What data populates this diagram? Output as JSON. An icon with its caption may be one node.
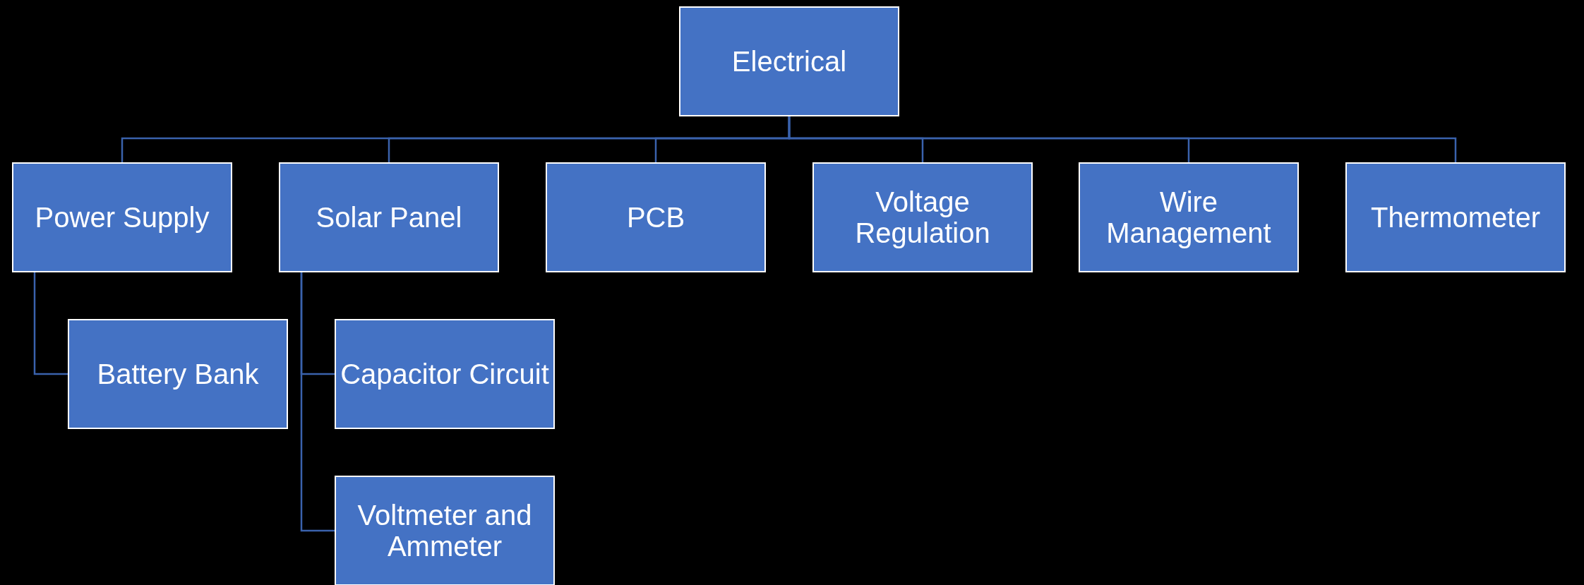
{
  "diagram": {
    "nodes": [
      {
        "text": [
          "Electrical"
        ]
      },
      {
        "text": [
          "Power Supply"
        ]
      },
      {
        "text": [
          "Solar Panel"
        ]
      },
      {
        "text": [
          "PCB"
        ]
      },
      {
        "text": [
          "Voltage Regulation"
        ]
      },
      {
        "text": [
          "Wire Management"
        ]
      },
      {
        "text": [
          "Thermometer"
        ]
      },
      {
        "text": [
          "Battery Bank"
        ]
      },
      {
        "text": [
          "Capacitor Circuit"
        ]
      },
      {
        "text": [
          "Voltmeter and Ammeter"
        ]
      }
    ],
    "edges": [
      {
        "from": 0,
        "to": 1,
        "arrow": "none"
      },
      {
        "from": 0,
        "to": 2,
        "arrow": "none"
      },
      {
        "from": 0,
        "to": 3,
        "arrow": "none"
      },
      {
        "from": 0,
        "to": 4,
        "arrow": "none"
      },
      {
        "from": 0,
        "to": 5,
        "arrow": "none"
      },
      {
        "from": 0,
        "to": 6,
        "arrow": "none"
      },
      {
        "from": 1,
        "to": 7,
        "arrow": "none"
      },
      {
        "from": 2,
        "to": 8,
        "arrow": "none"
      },
      {
        "from": 2,
        "to": 9,
        "arrow": "none"
      }
    ]
  }
}
